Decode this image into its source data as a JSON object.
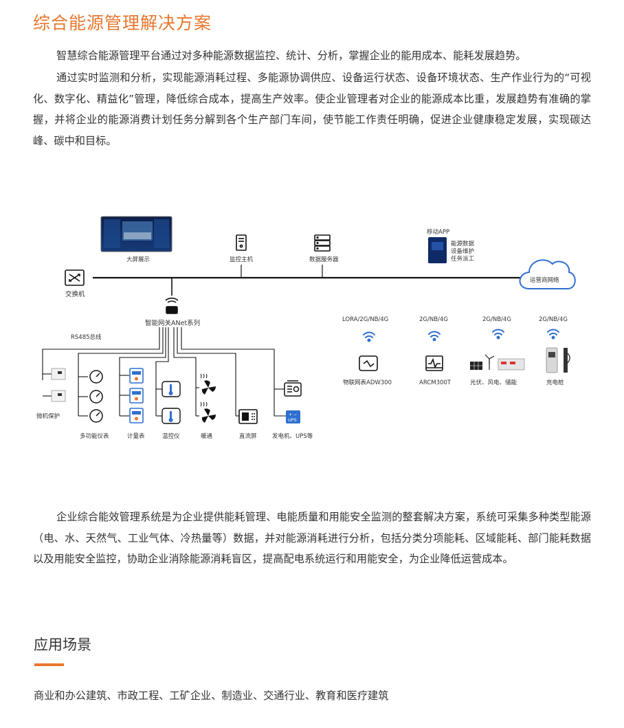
{
  "title": "综合能源管理解决方案",
  "intro": {
    "p1": "智慧综合能源管理平台通过对多种能源数据监控、统计、分析，掌握企业的能用成本、能耗发展趋势。",
    "p2": "通过实时监测和分析，实现能源消耗过程、多能源协调供应、设备运行状态、设备环境状态、生产作业行为的“可视化、数字化、精益化”管理，降低综合成本，提高生产效率。使企业管理者对企业的能源成本比重，发展趋势有准确的掌握，并将企业的能源消费计划任务分解到各个生产部门车间，使节能工作责任明确，促进企业健康稳定发展，实现碳达峰、碳中和目标。"
  },
  "diagram": {
    "big_screen": "大屏展示",
    "monitor_host": "监控主机",
    "data_server": "数据服务器",
    "mobile_app": "移动APP",
    "app_items": [
      "能源数据",
      "设备维护",
      "任务派工"
    ],
    "cloud": "运营商网络",
    "switch": "交换机",
    "gateway": "智能网关ANet系列",
    "bus": "RS485总线",
    "devices": {
      "micro_protect": "微机保护",
      "multi_meter": "多功能仪表",
      "meter": "计量表",
      "temp_ctrl": "温控仪",
      "hvac": "暖通",
      "dc_screen": "直流屏",
      "generator": "发电机、UPS等",
      "ups_tag": "UPS"
    },
    "wireless": {
      "protocols": [
        "LORA/2G/NB/4G",
        "2G/NB/4G",
        "2G/NB/4G",
        "2G/NB/4G"
      ],
      "labels": [
        "物联网表ADW300",
        "ARCM300T",
        "光伏、风电、储能",
        "充电桩"
      ]
    }
  },
  "summary": "企业综合能效管理系统是为企业提供能耗管理、电能质量和用能安全监测的整套解决方案，系统可采集多种类型能源（电、水、天然气、工业气体、冷热量等）数据，并对能源消耗进行分析，包括分类分项能耗、区域能耗、部门能耗数据以及用能安全监控，协助企业消除能源消耗盲区，提高配电系统运行和用能安全，为企业降低运营成本。",
  "scenes": {
    "title": "应用场景",
    "text": "商业和办公建筑、市政工程、工矿企业、制造业、交通行业、教育和医疗建筑"
  },
  "colors": {
    "accent": "#e8772e",
    "blue": "#2f6fd0",
    "text": "#333333"
  }
}
